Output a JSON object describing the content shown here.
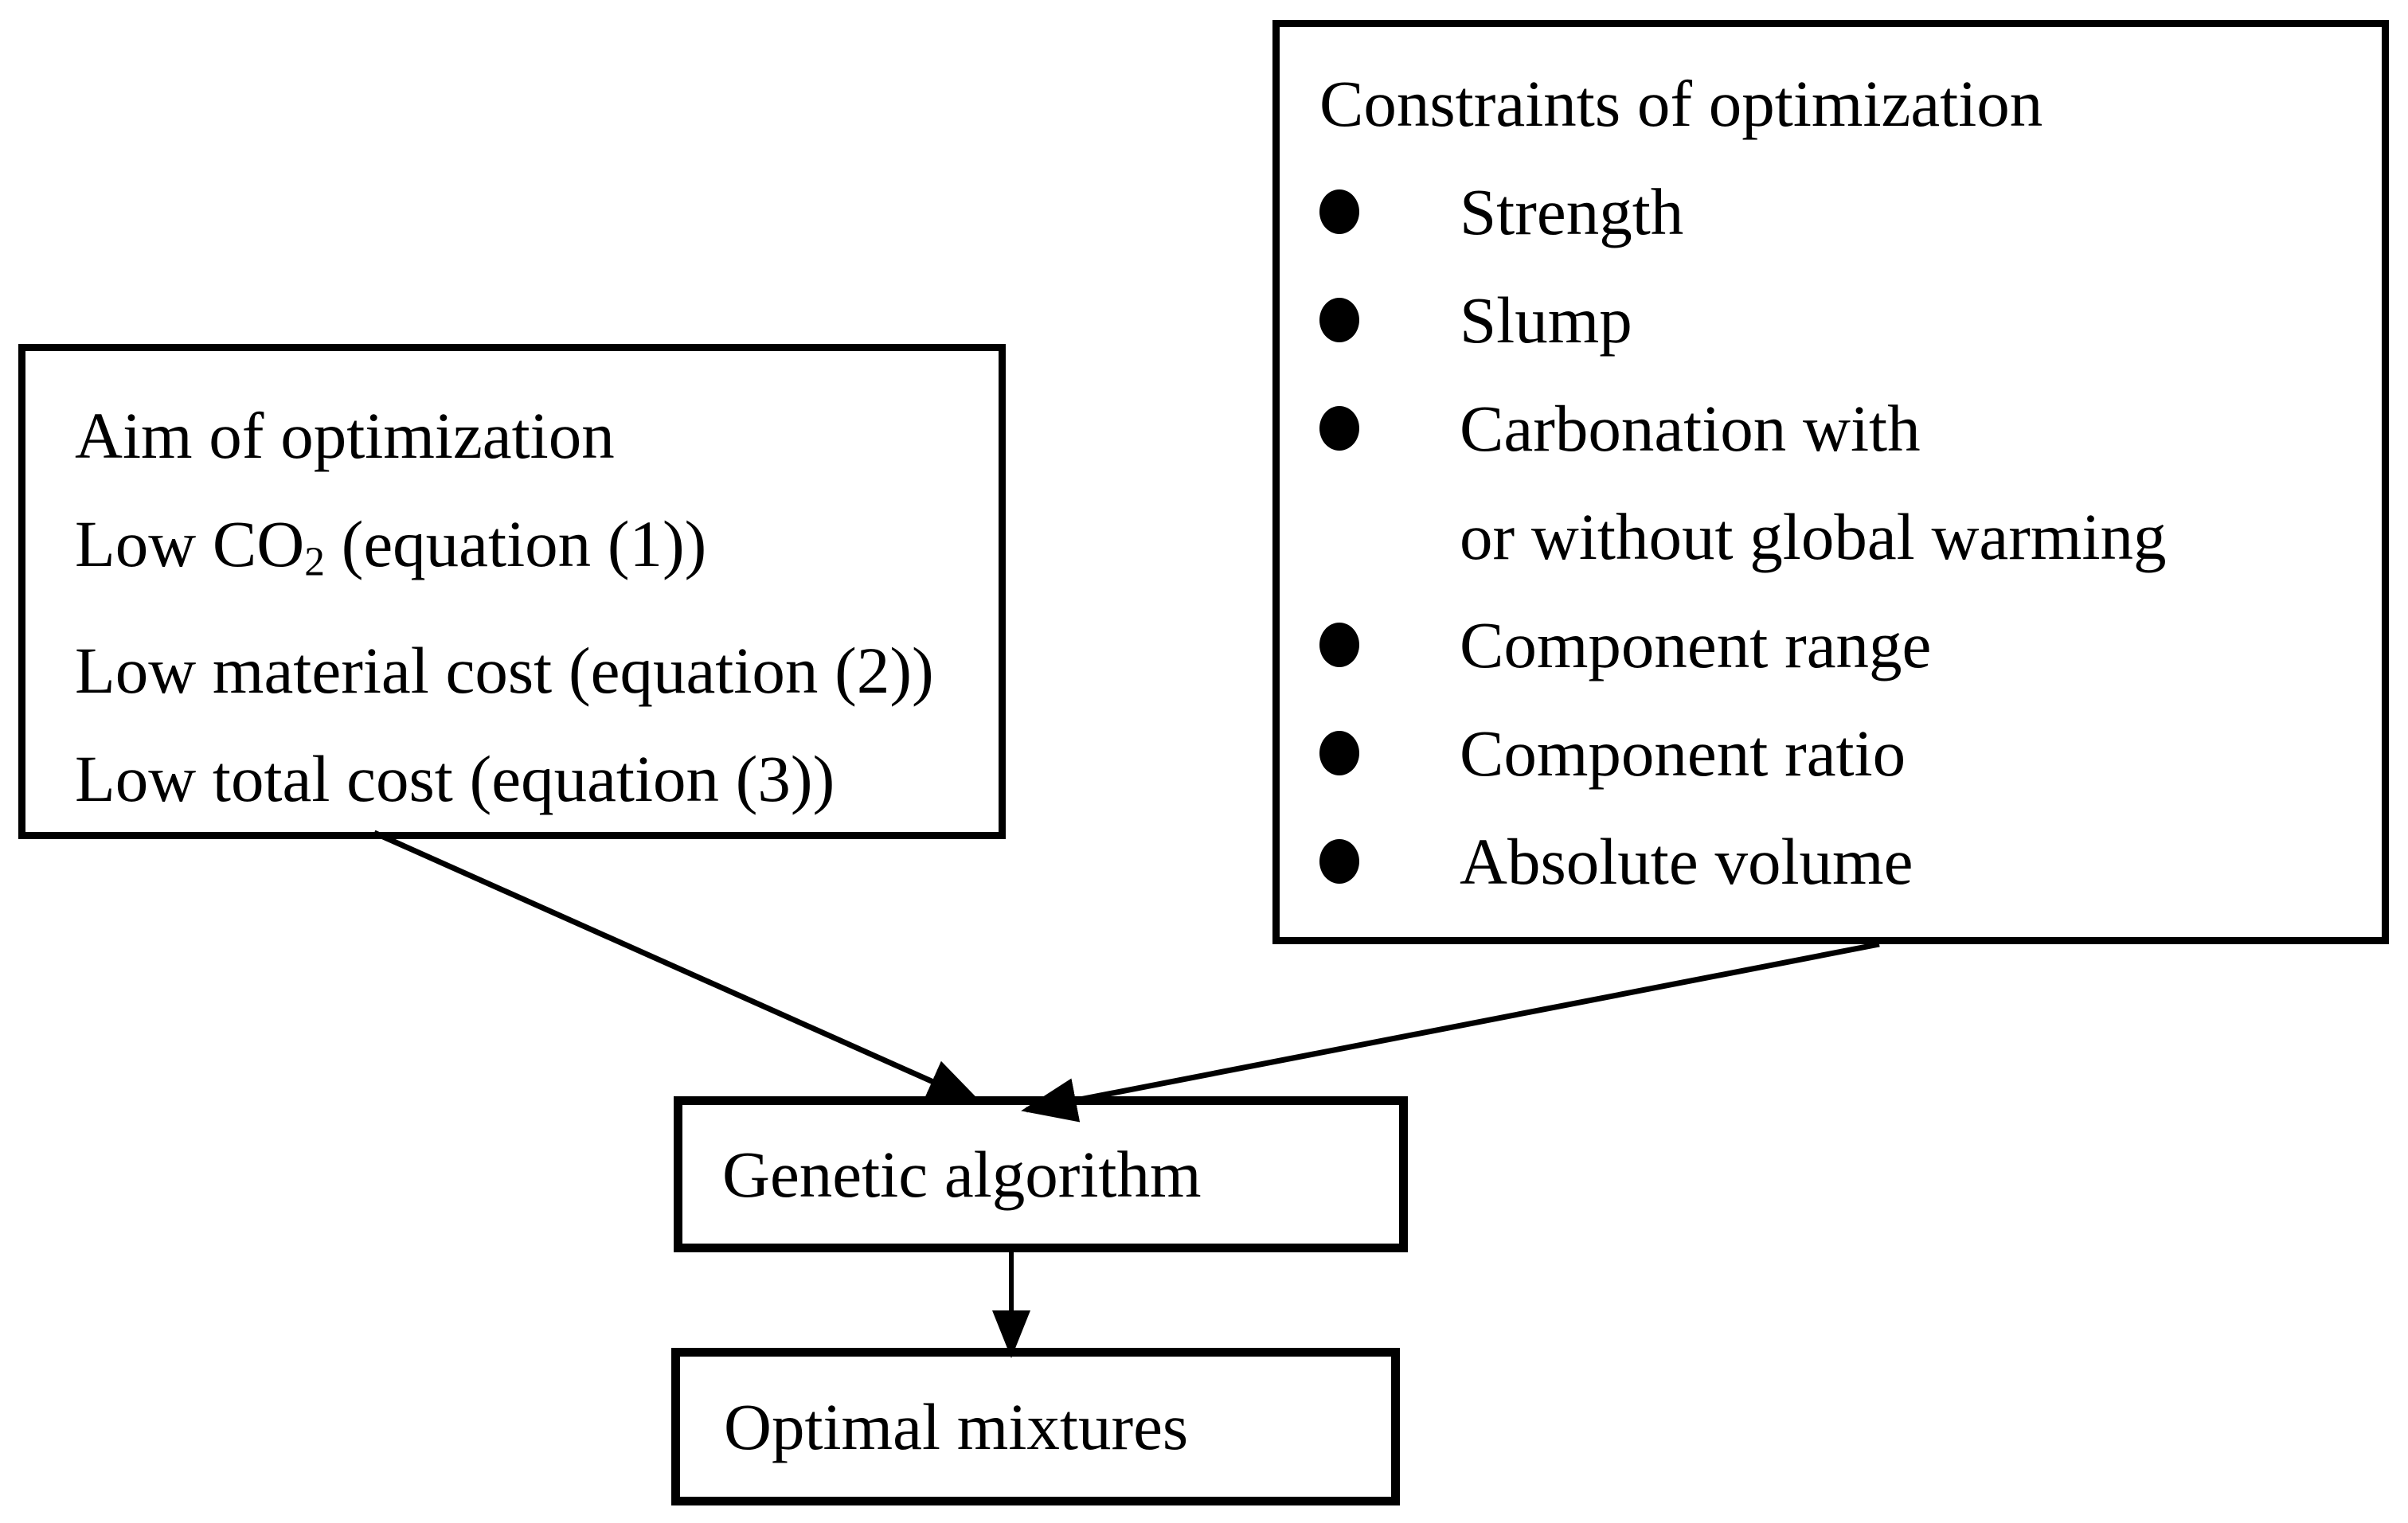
{
  "colors": {
    "ink": "#000000",
    "paper": "#ffffff"
  },
  "aim": {
    "title": "Aim of optimization",
    "co2_prefix": "Low CO",
    "co2_sub": "2",
    "co2_suffix": " (equation (1))",
    "material_cost": "Low material cost (equation (2))",
    "total_cost": "Low total cost (equation (3))"
  },
  "constraints": {
    "title": "Constraints of optimization",
    "bullet_icon": "filled-circle-bullet",
    "items": {
      "strength": "Strength",
      "slump": "Slump",
      "carbonation_line1": "Carbonation with",
      "carbonation_line2": "or without global warming",
      "component_range": "Component range",
      "component_ratio": "Component ratio",
      "absolute_volume": "Absolute volume"
    }
  },
  "nodes": {
    "genetic": "Genetic algorithm",
    "optimal": "Optimal mixtures"
  }
}
